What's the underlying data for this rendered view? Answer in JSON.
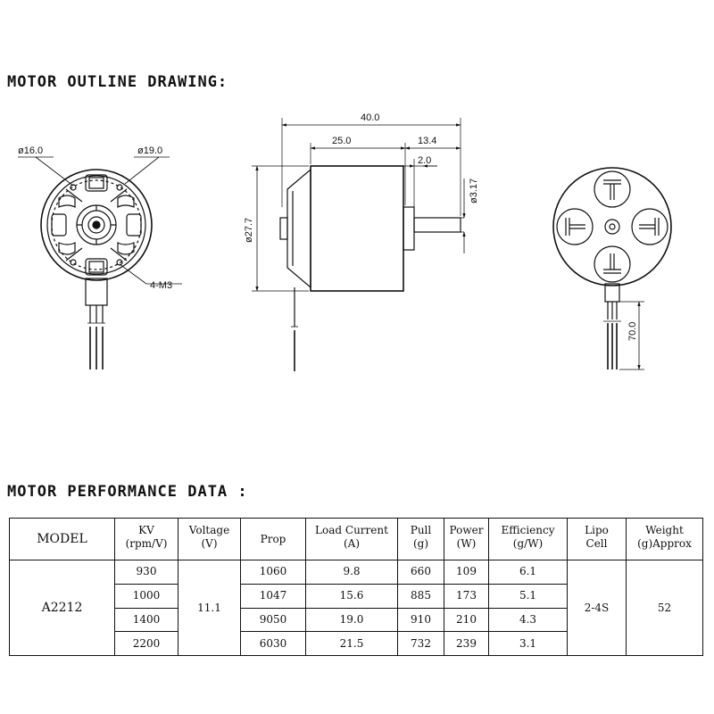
{
  "headings": {
    "outline": "MOTOR OUTLINE DRAWING:",
    "performance": "MOTOR PERFORMANCE DATA :"
  },
  "dimensions": {
    "front_inner_dia": "ø16.0",
    "front_outer_dia": "ø19.0",
    "mount_holes": "4-M3",
    "total_length": "40.0",
    "body_length": "25.0",
    "shaft_length": "13.4",
    "shaft_step": "2.0",
    "shaft_dia": "ø3.17",
    "body_dia": "ø27.7",
    "wire_length": "70.0"
  },
  "table": {
    "headers": {
      "model": "MODEL",
      "kv": [
        "KV",
        "(rpm/V)"
      ],
      "voltage": [
        "Voltage",
        "(V)"
      ],
      "prop": "Prop",
      "load_current": [
        "Load Current",
        "(A)"
      ],
      "pull": [
        "Pull",
        "(g)"
      ],
      "power": [
        "Power",
        "(W)"
      ],
      "efficiency": [
        "Efficiency",
        "(g/W)"
      ],
      "lipo": [
        "Lipo",
        "Cell"
      ],
      "weight": [
        "Weight",
        "(g)Approx"
      ]
    },
    "model": "A2212",
    "voltage": "11.1",
    "lipo_cell": "2-4S",
    "weight": "52",
    "rows": [
      {
        "kv": "930",
        "prop": "1060",
        "load_current": "9.8",
        "pull": "660",
        "power": "109",
        "efficiency": "6.1"
      },
      {
        "kv": "1000",
        "prop": "1047",
        "load_current": "15.6",
        "pull": "885",
        "power": "173",
        "efficiency": "5.1"
      },
      {
        "kv": "1400",
        "prop": "9050",
        "load_current": "19.0",
        "pull": "910",
        "power": "210",
        "efficiency": "4.3"
      },
      {
        "kv": "2200",
        "prop": "6030",
        "load_current": "21.5",
        "pull": "732",
        "power": "239",
        "efficiency": "3.1"
      }
    ]
  }
}
